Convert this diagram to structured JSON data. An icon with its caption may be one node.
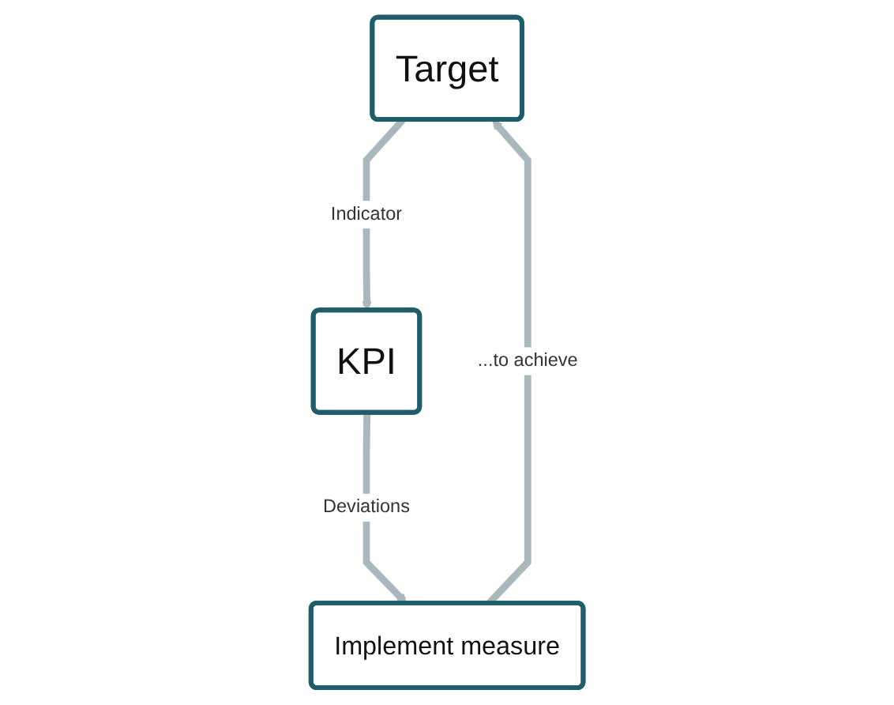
{
  "diagram": {
    "nodes": [
      {
        "text": [
          "Target"
        ]
      },
      {
        "text": [
          "KPI"
        ]
      },
      {
        "text": [
          "Implement measure"
        ]
      }
    ],
    "edges": [
      {
        "from": 0,
        "to": 1,
        "arrow": "to",
        "label": "Indicator"
      },
      {
        "from": 1,
        "to": 2,
        "arrow": "to",
        "label": "Deviations"
      },
      {
        "from": 2,
        "to": 0,
        "arrow": "to",
        "label": "...to achieve"
      }
    ]
  }
}
